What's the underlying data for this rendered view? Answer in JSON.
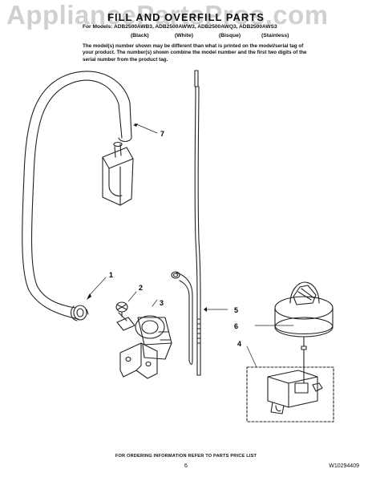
{
  "watermark": "AppliancePartsPros.com",
  "header": {
    "title": "FILL AND OVERFILL PARTS",
    "models_line": "For Models: ADB2500AWB3, ADB2500AWW3, ADB2500AWQ3, ADB2500AWS3",
    "colors": [
      "(Black)",
      "(White)",
      "(Bisque)",
      "(Stainless)"
    ],
    "intro": "The model(s) number shown may be different than what is printed on the model/serial tag of your product. The number(s) shown combine the model number and the first two digits of the serial number from the product tag."
  },
  "callouts": {
    "c1": "1",
    "c2": "2",
    "c3": "3",
    "c4": "4",
    "c5": "5",
    "c6": "6",
    "c7": "7"
  },
  "footer": {
    "ordering_note": "FOR ORDERING INFORMATION REFER TO PARTS PRICE LIST",
    "page_number": "6",
    "doc_code": "W10294409"
  }
}
